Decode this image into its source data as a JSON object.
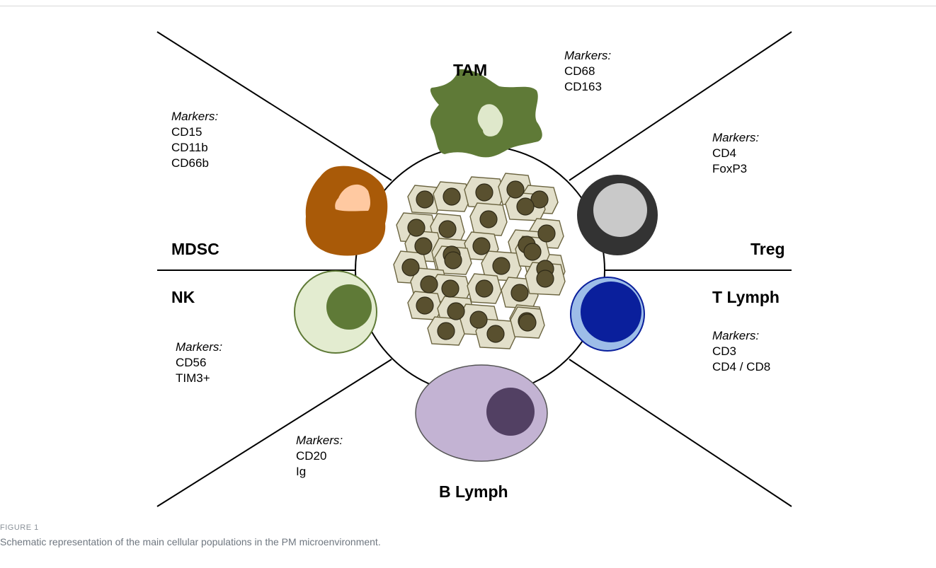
{
  "populations": {
    "tam": {
      "label": "TAM",
      "markers_title": "Markers:",
      "markers": [
        "CD68",
        "CD163"
      ]
    },
    "treg": {
      "label": "Treg",
      "markers_title": "Markers:",
      "markers": [
        "CD4",
        "FoxP3"
      ]
    },
    "tlymph": {
      "label": "T Lymph",
      "markers_title": "Markers:",
      "markers": [
        "CD3",
        "CD4 / CD8"
      ]
    },
    "blymph": {
      "label": "B Lymph",
      "markers_title": "Markers:",
      "markers": [
        "CD20",
        "Ig"
      ]
    },
    "nk": {
      "label": "NK",
      "markers_title": "Markers:",
      "markers": [
        "CD56",
        "TIM3+"
      ]
    },
    "mdsc": {
      "label": "MDSC",
      "markers_title": "Markers:",
      "markers": [
        "CD15",
        "CD11b",
        "CD66b"
      ]
    }
  },
  "figure": {
    "label": "FIGURE 1",
    "caption": "Schematic representation of the main cellular populations in the PM microenvironment."
  },
  "colors": {
    "tam": "#5f7a37",
    "tam_nucleus": "#dfe8cb",
    "treg": "#333333",
    "treg_nucleus": "#c9c9c9",
    "tlymph": "#0a1f9c",
    "tlymph_ring": "#9dbde8",
    "blymph": "#c3b3d3",
    "blymph_nucleus": "#524063",
    "nk": "#e3ecd0",
    "nk_nucleus": "#5f7a37",
    "mdsc": "#a95a08",
    "mdsc_nucleus": "#ffc9a1",
    "tumor_cell": "#e2dfca",
    "tumor_nucleus": "#59502f"
  }
}
